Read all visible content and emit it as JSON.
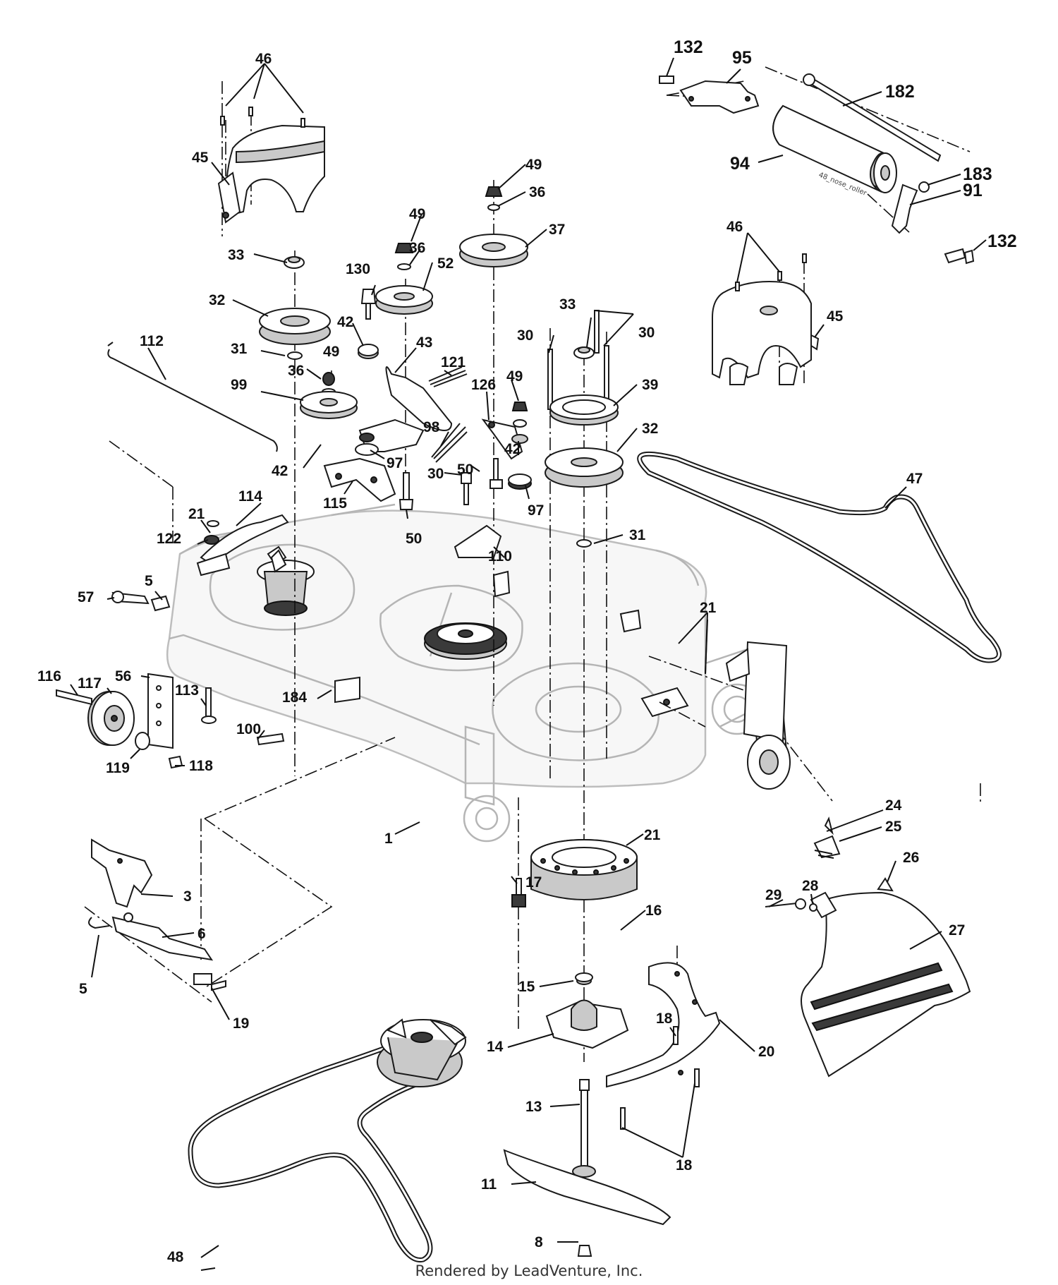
{
  "diagram": {
    "drawing_tag": "48_nose_roller",
    "footer": "Rendered by LeadVenture, Inc."
  },
  "callouts": [
    {
      "id": "c-46a",
      "label": "46"
    },
    {
      "id": "c-45a",
      "label": "45"
    },
    {
      "id": "c-33a",
      "label": "33"
    },
    {
      "id": "c-32a",
      "label": "32"
    },
    {
      "id": "c-31a",
      "label": "31"
    },
    {
      "id": "c-36a",
      "label": "36"
    },
    {
      "id": "c-99",
      "label": "99"
    },
    {
      "id": "c-112",
      "label": "112"
    },
    {
      "id": "c-42a",
      "label": "42"
    },
    {
      "id": "c-21a",
      "label": "21"
    },
    {
      "id": "c-114",
      "label": "114"
    },
    {
      "id": "c-122",
      "label": "122"
    },
    {
      "id": "c-5a",
      "label": "5"
    },
    {
      "id": "c-57",
      "label": "57"
    },
    {
      "id": "c-56",
      "label": "56"
    },
    {
      "id": "c-116",
      "label": "116"
    },
    {
      "id": "c-117",
      "label": "117"
    },
    {
      "id": "c-113",
      "label": "113"
    },
    {
      "id": "c-184",
      "label": "184"
    },
    {
      "id": "c-100",
      "label": "100"
    },
    {
      "id": "c-119",
      "label": "119"
    },
    {
      "id": "c-118",
      "label": "118"
    },
    {
      "id": "c-1",
      "label": "1"
    },
    {
      "id": "c-3",
      "label": "3"
    },
    {
      "id": "c-6",
      "label": "6"
    },
    {
      "id": "c-5b",
      "label": "5"
    },
    {
      "id": "c-19",
      "label": "19"
    },
    {
      "id": "c-48",
      "label": "48"
    },
    {
      "id": "c-130",
      "label": "130"
    },
    {
      "id": "c-49a",
      "label": "49"
    },
    {
      "id": "c-42b",
      "label": "42"
    },
    {
      "id": "c-49b",
      "label": "49"
    },
    {
      "id": "c-36b",
      "label": "36"
    },
    {
      "id": "c-52",
      "label": "52"
    },
    {
      "id": "c-43",
      "label": "43"
    },
    {
      "id": "c-97a",
      "label": "97"
    },
    {
      "id": "c-115",
      "label": "115"
    },
    {
      "id": "c-50a",
      "label": "50"
    },
    {
      "id": "c-98",
      "label": "98"
    },
    {
      "id": "c-121",
      "label": "121"
    },
    {
      "id": "c-49c",
      "label": "49"
    },
    {
      "id": "c-36c",
      "label": "36"
    },
    {
      "id": "c-37",
      "label": "37"
    },
    {
      "id": "c-126",
      "label": "126"
    },
    {
      "id": "c-49d",
      "label": "49"
    },
    {
      "id": "c-42c",
      "label": "42"
    },
    {
      "id": "c-50b",
      "label": "50"
    },
    {
      "id": "c-30a",
      "label": "30"
    },
    {
      "id": "c-97b",
      "label": "97"
    },
    {
      "id": "c-110",
      "label": "110"
    },
    {
      "id": "c-30b",
      "label": "30"
    },
    {
      "id": "c-33b",
      "label": "33"
    },
    {
      "id": "c-30c",
      "label": "30"
    },
    {
      "id": "c-39",
      "label": "39"
    },
    {
      "id": "c-32b",
      "label": "32"
    },
    {
      "id": "c-31b",
      "label": "31"
    },
    {
      "id": "c-47",
      "label": "47"
    },
    {
      "id": "c-21b",
      "label": "21"
    },
    {
      "id": "c-21c",
      "label": "21"
    },
    {
      "id": "c-17",
      "label": "17"
    },
    {
      "id": "c-16",
      "label": "16"
    },
    {
      "id": "c-15",
      "label": "15"
    },
    {
      "id": "c-14",
      "label": "14"
    },
    {
      "id": "c-13",
      "label": "13"
    },
    {
      "id": "c-11",
      "label": "11"
    },
    {
      "id": "c-8",
      "label": "8"
    },
    {
      "id": "c-18a",
      "label": "18"
    },
    {
      "id": "c-18b",
      "label": "18"
    },
    {
      "id": "c-20",
      "label": "20"
    },
    {
      "id": "c-24",
      "label": "24"
    },
    {
      "id": "c-25",
      "label": "25"
    },
    {
      "id": "c-26",
      "label": "26"
    },
    {
      "id": "c-28",
      "label": "28"
    },
    {
      "id": "c-29",
      "label": "29"
    },
    {
      "id": "c-27",
      "label": "27"
    },
    {
      "id": "c-132a",
      "label": "132"
    },
    {
      "id": "c-95",
      "label": "95"
    },
    {
      "id": "c-182",
      "label": "182"
    },
    {
      "id": "c-94",
      "label": "94"
    },
    {
      "id": "c-183",
      "label": "183"
    },
    {
      "id": "c-91",
      "label": "91"
    },
    {
      "id": "c-132b",
      "label": "132"
    },
    {
      "id": "c-46b",
      "label": "46"
    },
    {
      "id": "c-45b",
      "label": "45"
    }
  ]
}
